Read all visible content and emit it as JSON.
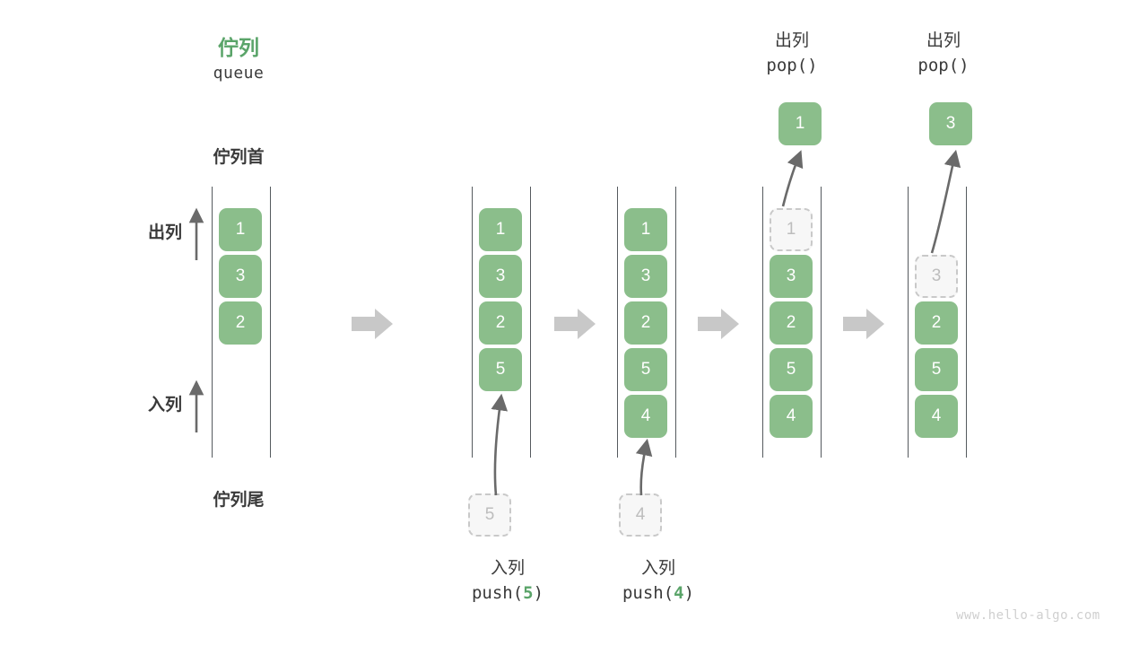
{
  "diagram": {
    "title_cn": "佇列",
    "title_en": "queue",
    "head_label": "佇列首",
    "tail_label": "佇列尾",
    "dequeue_label": "出列",
    "enqueue_label": "入列",
    "watermark": "www.hello-algo.com",
    "accent_green": "#8bbe8b",
    "title_green": "#5aa469",
    "ghost_gray": "#bdbdbd",
    "arrow_gray": "#6a6a6a",
    "flow_arrow_gray": "#c8c8c8",
    "rail_gray": "#555a5e"
  },
  "columns": [
    {
      "id": "initial",
      "caption_cn": "",
      "caption_code_pre": "",
      "caption_code_num": "",
      "caption_code_post": "",
      "cells": [
        {
          "value": "1",
          "state": "solid"
        },
        {
          "value": "3",
          "state": "solid"
        },
        {
          "value": "2",
          "state": "solid"
        }
      ],
      "popped": null,
      "pushed": null
    },
    {
      "id": "push-5",
      "caption_cn": "入列",
      "caption_code_pre": "push(",
      "caption_code_num": "5",
      "caption_code_post": ")",
      "cells": [
        {
          "value": "1",
          "state": "solid"
        },
        {
          "value": "3",
          "state": "solid"
        },
        {
          "value": "2",
          "state": "solid"
        },
        {
          "value": "5",
          "state": "solid"
        }
      ],
      "popped": null,
      "pushed": {
        "value": "5",
        "state": "ghost"
      }
    },
    {
      "id": "push-4",
      "caption_cn": "入列",
      "caption_code_pre": "push(",
      "caption_code_num": "4",
      "caption_code_post": ")",
      "cells": [
        {
          "value": "1",
          "state": "solid"
        },
        {
          "value": "3",
          "state": "solid"
        },
        {
          "value": "2",
          "state": "solid"
        },
        {
          "value": "5",
          "state": "solid"
        },
        {
          "value": "4",
          "state": "solid"
        }
      ],
      "popped": null,
      "pushed": {
        "value": "4",
        "state": "ghost"
      }
    },
    {
      "id": "pop-1",
      "caption_cn": "出列",
      "caption_code_pre": "pop(",
      "caption_code_num": "",
      "caption_code_post": ")",
      "cells": [
        {
          "value": "1",
          "state": "ghost"
        },
        {
          "value": "3",
          "state": "solid"
        },
        {
          "value": "2",
          "state": "solid"
        },
        {
          "value": "5",
          "state": "solid"
        },
        {
          "value": "4",
          "state": "solid"
        }
      ],
      "popped": {
        "value": "1",
        "state": "solid"
      },
      "pushed": null
    },
    {
      "id": "pop-3",
      "caption_cn": "出列",
      "caption_code_pre": "pop(",
      "caption_code_num": "",
      "caption_code_post": ")",
      "cells": [
        {
          "value": "",
          "state": "empty"
        },
        {
          "value": "3",
          "state": "ghost"
        },
        {
          "value": "2",
          "state": "solid"
        },
        {
          "value": "5",
          "state": "solid"
        },
        {
          "value": "4",
          "state": "solid"
        }
      ],
      "popped": {
        "value": "3",
        "state": "solid"
      },
      "pushed": null
    }
  ]
}
